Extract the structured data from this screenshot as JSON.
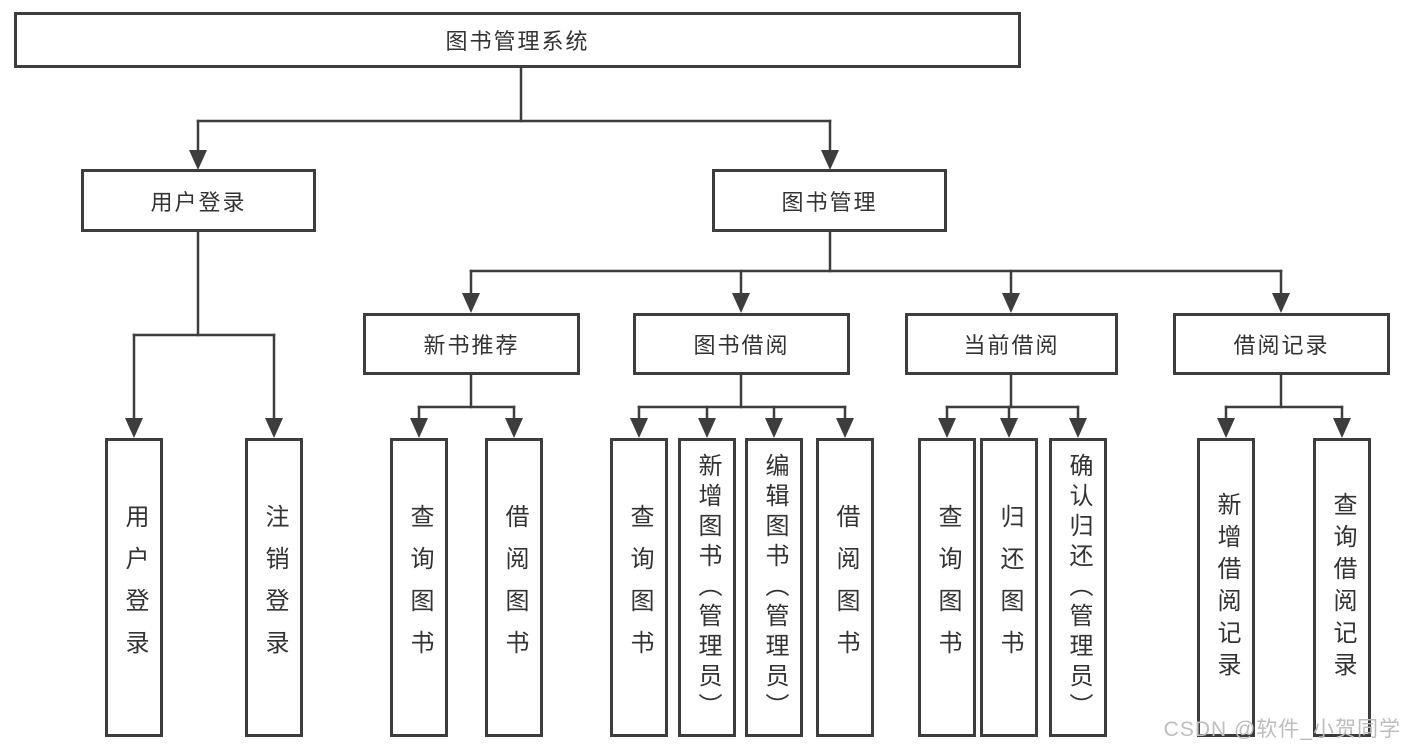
{
  "tree": {
    "root": "图书管理系统",
    "login": {
      "label": "用户登录",
      "children": [
        "用户登录",
        "注销登录"
      ]
    },
    "manage": {
      "label": "图书管理",
      "groups": [
        {
          "label": "新书推荐",
          "children": [
            "查询图书",
            "借阅图书"
          ]
        },
        {
          "label": "图书借阅",
          "children": [
            "查询图书",
            "新增图书（管理员）",
            "编辑图书（管理员）",
            "借阅图书"
          ]
        },
        {
          "label": "当前借阅",
          "children": [
            "查询图书",
            "归还图书",
            "确认归还（管理员）"
          ]
        },
        {
          "label": "借阅记录",
          "children": [
            "新增借阅记录",
            "查询借阅记录"
          ]
        }
      ]
    }
  },
  "watermark": {
    "text": "CSDN @软件_小贺同学"
  },
  "colors": {
    "line": "#3d3d3d",
    "text": "#333333",
    "box_background": "#ffffff",
    "watermark": "#bdbdbd"
  }
}
